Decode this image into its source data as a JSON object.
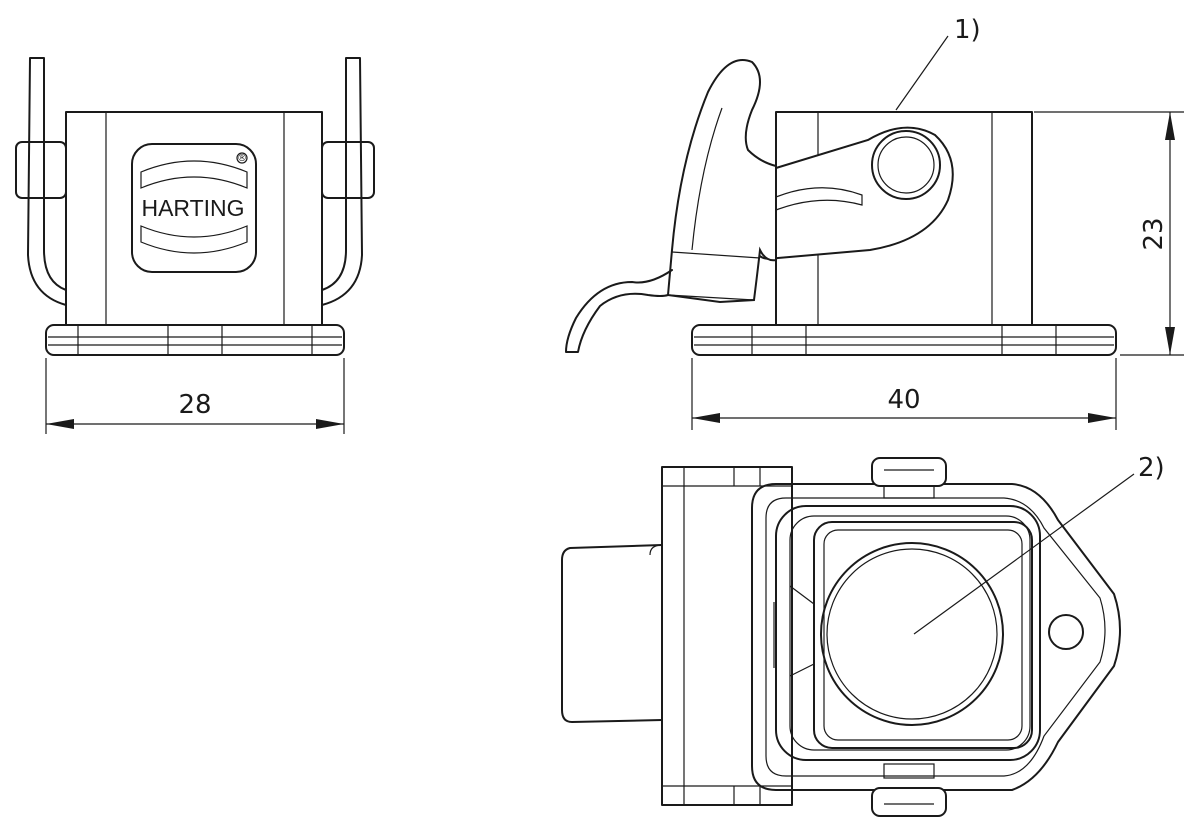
{
  "dimensions": {
    "width_front": "28",
    "width_side": "40",
    "height_side": "23"
  },
  "callouts": {
    "one": "1)",
    "two": "2)"
  },
  "logo": {
    "text": "HARTING",
    "registered_mark": "®"
  }
}
